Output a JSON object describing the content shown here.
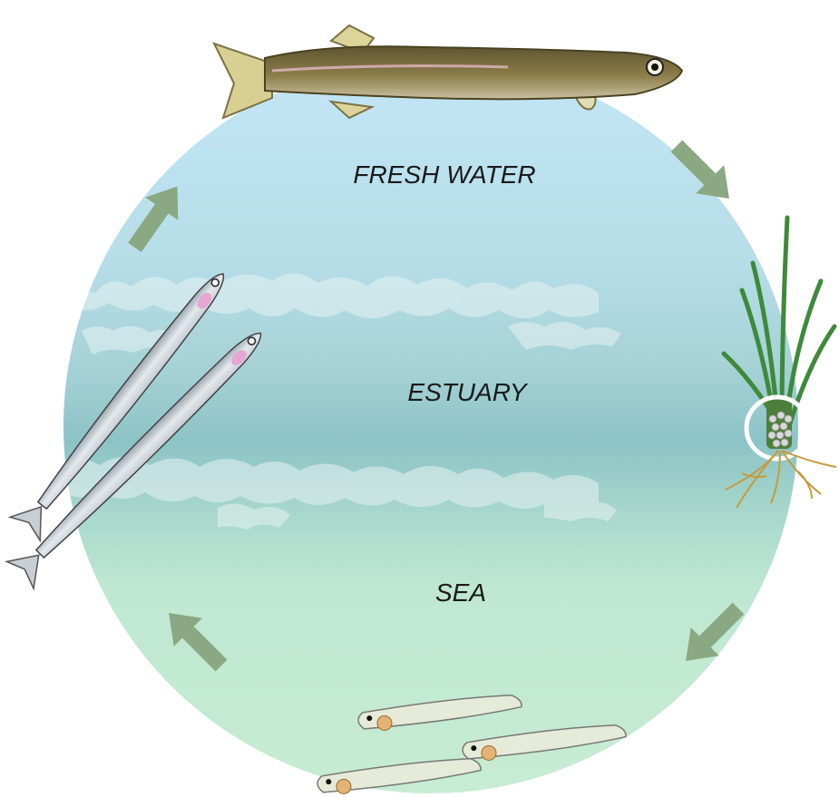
{
  "zones": {
    "fresh_water": "FRESH WATER",
    "estuary": "ESTUARY",
    "sea": "SEA"
  },
  "colors": {
    "fresh_water": "#c6e6f2",
    "estuary": "#8fc4c9",
    "sea": "#bfe6cf",
    "arrow": "#8aa882",
    "adult_fish_body": "#8a7a45",
    "juvenile_fish_body": "#d6dde2",
    "larva_body": "#e6ead8",
    "plant": "#3f8a3a",
    "roots": "#c79a3c"
  },
  "icons": {
    "cycle_arrows": "arrow-icon",
    "adult_fish": "adult-fish-icon",
    "juvenile_fish": "juvenile-fish-icon",
    "larvae": "larva-icon",
    "spawning_plant": "plant-with-eggs-icon"
  }
}
